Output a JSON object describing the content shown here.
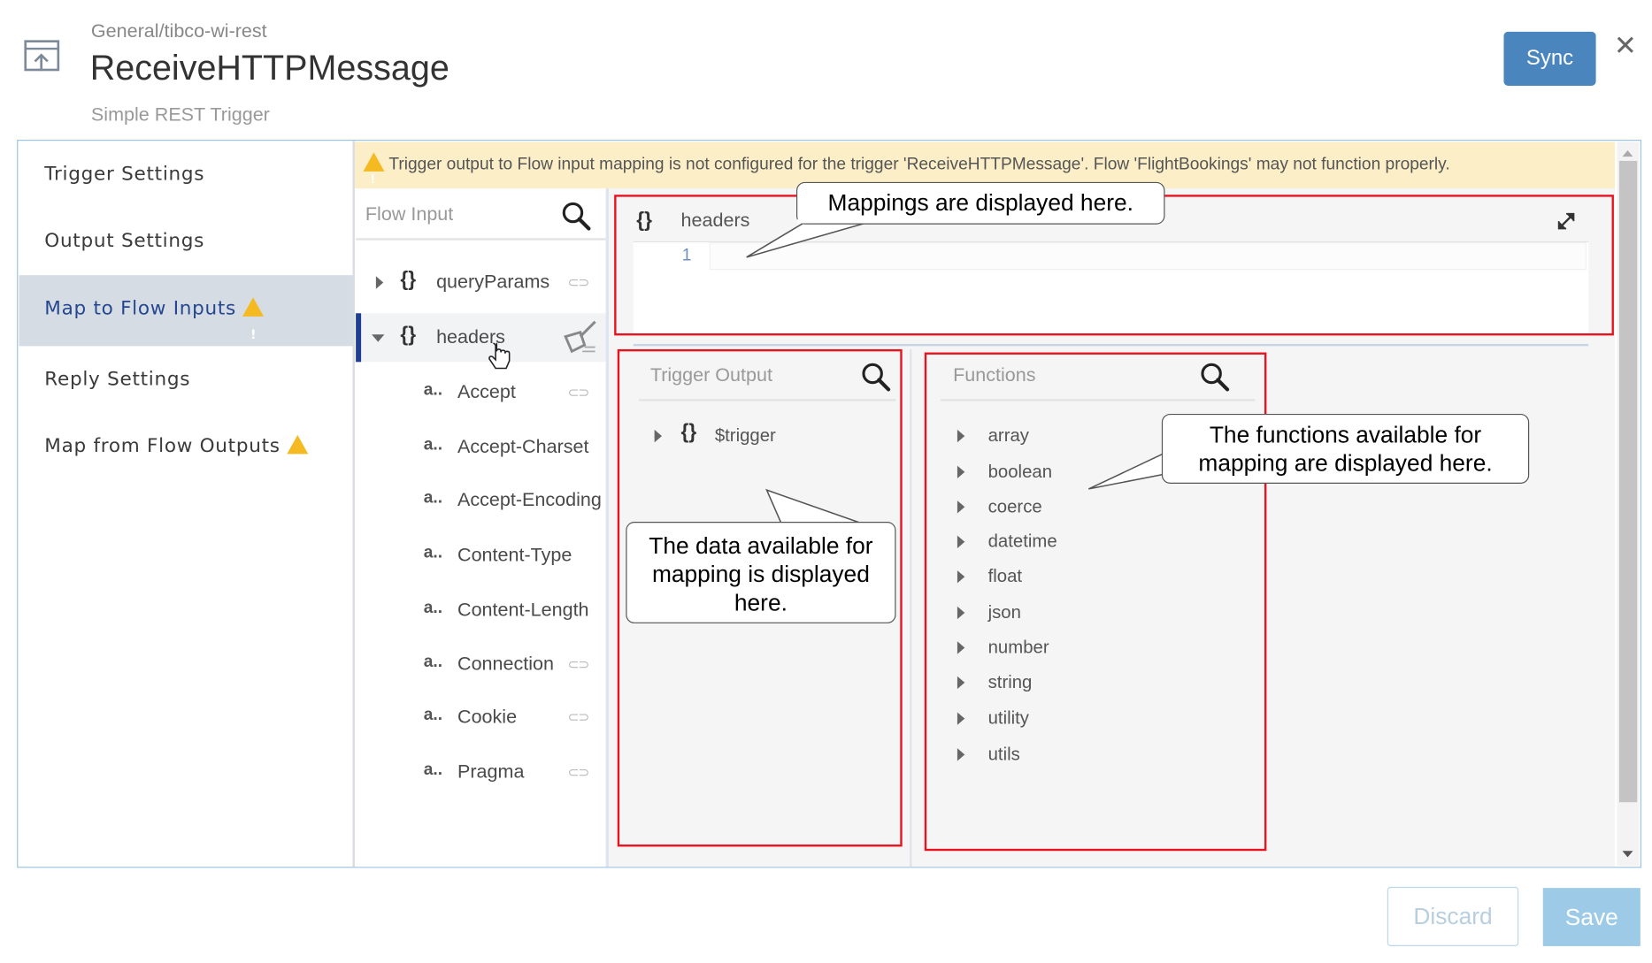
{
  "header": {
    "breadcrumb": "General/tibco-wi-rest",
    "title": "ReceiveHTTPMessage",
    "subtitle": "Simple REST Trigger",
    "sync_label": "Sync",
    "close_label": "✕"
  },
  "sidebar": {
    "items": [
      {
        "label": "Trigger Settings"
      },
      {
        "label": "Output Settings"
      },
      {
        "label": "Map to Flow Inputs",
        "warning": true,
        "selected": true
      },
      {
        "label": "Reply Settings"
      },
      {
        "label": "Map from Flow Outputs",
        "warning": true
      }
    ]
  },
  "warning_banner": "Trigger output to Flow input mapping is not configured for the trigger 'ReceiveHTTPMessage'. Flow 'FlightBookings' may not function properly.",
  "flow_input": {
    "title": "Flow Input",
    "items": [
      {
        "label": "queryParams",
        "type": "{}"
      },
      {
        "label": "headers",
        "type": "{}"
      }
    ],
    "headers_children": [
      {
        "type": "a..",
        "label": "Accept"
      },
      {
        "type": "a..",
        "label": "Accept-Charset"
      },
      {
        "type": "a..",
        "label": "Accept-Encoding"
      },
      {
        "type": "a..",
        "label": "Content-Type"
      },
      {
        "type": "a..",
        "label": "Content-Length"
      },
      {
        "type": "a..",
        "label": "Connection"
      },
      {
        "type": "a..",
        "label": "Cookie"
      },
      {
        "type": "a..",
        "label": "Pragma"
      }
    ]
  },
  "mapping_editor": {
    "type": "{}",
    "field": "headers",
    "line_number": "1"
  },
  "trigger_output": {
    "title": "Trigger Output",
    "items": [
      {
        "type": "{}",
        "label": "$trigger"
      }
    ]
  },
  "functions": {
    "title": "Functions",
    "items": [
      "array",
      "boolean",
      "coerce",
      "datetime",
      "float",
      "json",
      "number",
      "string",
      "utility",
      "utils"
    ]
  },
  "callouts": {
    "mappings": "Mappings are displayed here.",
    "data": "The data available for mapping is displayed here.",
    "functions": "The functions available for mapping are displayed here."
  },
  "footer": {
    "discard_label": "Discard",
    "save_label": "Save"
  },
  "colors": {
    "accent": "#4a86bd",
    "warning_bg": "#fcefc8",
    "annotation_red": "#e8131f"
  }
}
